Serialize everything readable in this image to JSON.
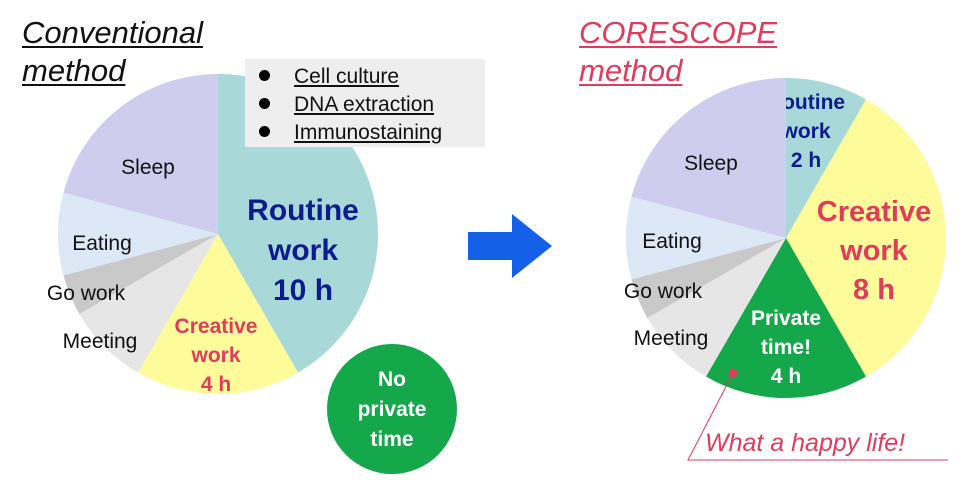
{
  "titles": {
    "left_line1": "Conventional",
    "left_line2": "method",
    "right_line1": "CORESCOPE",
    "right_line2": "method"
  },
  "task_list": [
    "Cell culture",
    "DNA extraction",
    "Immunostaining"
  ],
  "no_private_badge": [
    "No",
    "private",
    "time"
  ],
  "annotation": "What a happy life!",
  "colors": {
    "routine": "#a8d8d8",
    "creative": "#fdfb9a",
    "private": "#14a84a",
    "meeting": "#e6e6e6",
    "go_work": "#c9c9c9",
    "eating": "#dce8f6",
    "sleep": "#cfcdee",
    "routine_text": "#0c1c8c",
    "creative_text": "#e03c5c",
    "accent_red": "#e03c5c",
    "arrow": "#1460e6"
  },
  "chart_data": [
    {
      "type": "pie",
      "title": "Conventional method",
      "unit": "h",
      "slices": [
        {
          "label": "Routine work",
          "value": 10,
          "value_label": "10 h",
          "color": "#a8d8d8"
        },
        {
          "label": "Creative work",
          "value": 4,
          "value_label": "4 h",
          "color": "#fdfb9a"
        },
        {
          "label": "Meeting",
          "value": 2,
          "value_label": "",
          "color": "#e6e6e6"
        },
        {
          "label": "Go work",
          "value": 1,
          "value_label": "",
          "color": "#c9c9c9"
        },
        {
          "label": "Eating",
          "value": 2,
          "value_label": "",
          "color": "#dce8f6"
        },
        {
          "label": "Sleep",
          "value": 5,
          "value_label": "",
          "color": "#cfcdee"
        }
      ]
    },
    {
      "type": "pie",
      "title": "CORESCOPE method",
      "unit": "h",
      "slices": [
        {
          "label": "Routine work",
          "value": 2,
          "value_label": "2 h",
          "color": "#a8d8d8"
        },
        {
          "label": "Creative work",
          "value": 8,
          "value_label": "8 h",
          "color": "#fdfb9a"
        },
        {
          "label": "Private time!",
          "value": 4,
          "value_label": "4 h",
          "color": "#14a84a"
        },
        {
          "label": "Meeting",
          "value": 2,
          "value_label": "",
          "color": "#e6e6e6"
        },
        {
          "label": "Go work",
          "value": 1,
          "value_label": "",
          "color": "#c9c9c9"
        },
        {
          "label": "Eating",
          "value": 2,
          "value_label": "",
          "color": "#dce8f6"
        },
        {
          "label": "Sleep",
          "value": 5,
          "value_label": "",
          "color": "#cfcdee"
        }
      ]
    }
  ]
}
